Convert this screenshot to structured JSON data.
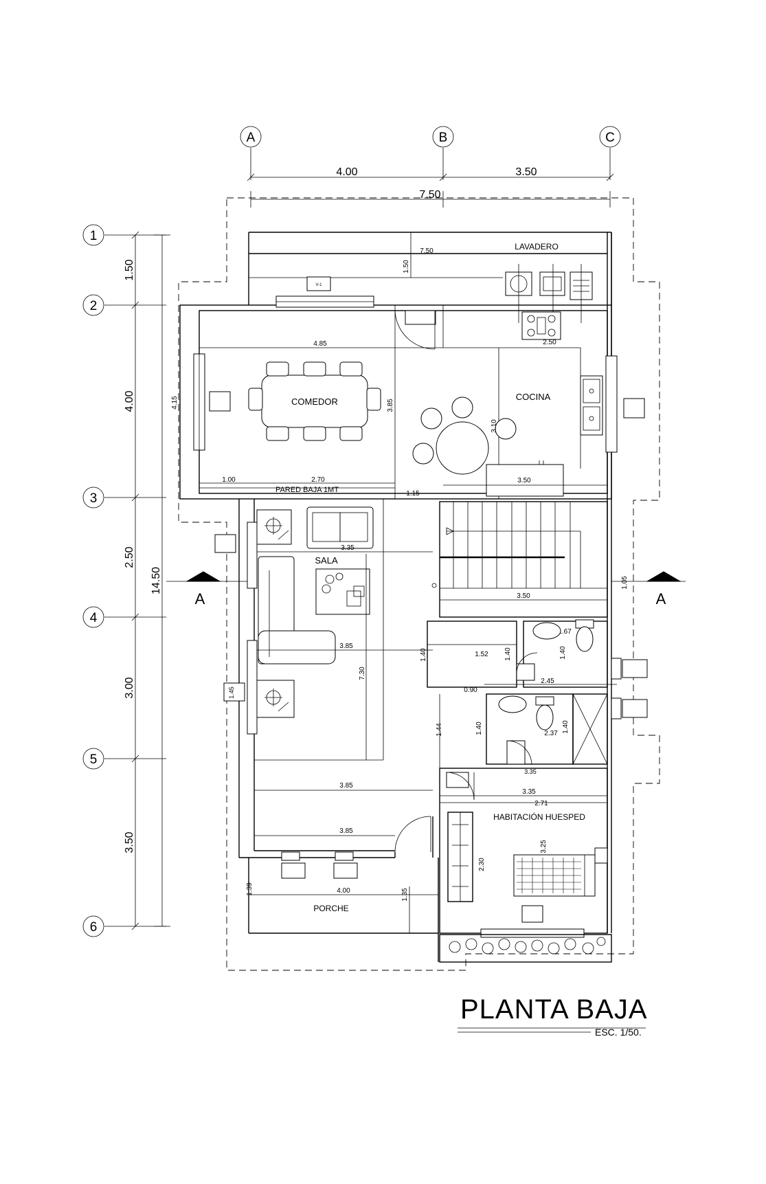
{
  "grid": {
    "columns": [
      "A",
      "B",
      "C"
    ],
    "rows": [
      "1",
      "2",
      "3",
      "4",
      "5",
      "6"
    ]
  },
  "dimensions": {
    "top_ab": "4.00",
    "top_bc": "3.50",
    "top_total": "7.50",
    "left_12": "1.50",
    "left_23": "4.00",
    "left_34": "2.50",
    "left_45": "3.00",
    "left_56": "3.50",
    "left_total": "14.50"
  },
  "rooms": {
    "lavadero": "LAVADERO",
    "comedor": "COMEDOR",
    "cocina": "COCINA",
    "pared_baja": "PARED BAJA 1MT",
    "sala": "SALA",
    "habitacion": "HABITACIÓN HUESPED",
    "porche": "PORCHE"
  },
  "inner_dims": [
    "7.50",
    "1.50",
    "2.50",
    "4.85",
    "4.15",
    "3.85",
    "3.10",
    "1.00",
    "2.70",
    "1.15",
    "3.50",
    "3.35",
    "3.50",
    "1.05",
    "3.85",
    "7.30",
    "1.40",
    "1.52",
    "1.40",
    "1.67",
    "1.40",
    "0.90",
    "2.45",
    "1.45",
    "1.44",
    "1.40",
    "2.37",
    "1.40",
    "3.35",
    "3.35",
    "2.71",
    "3.85",
    "3.25",
    "3.85",
    "2.30",
    "1.39",
    "4.00",
    "1.35"
  ],
  "section_marker": "A",
  "title": {
    "name": "PLANTA BAJA",
    "scale": "ESC. 1/50."
  }
}
